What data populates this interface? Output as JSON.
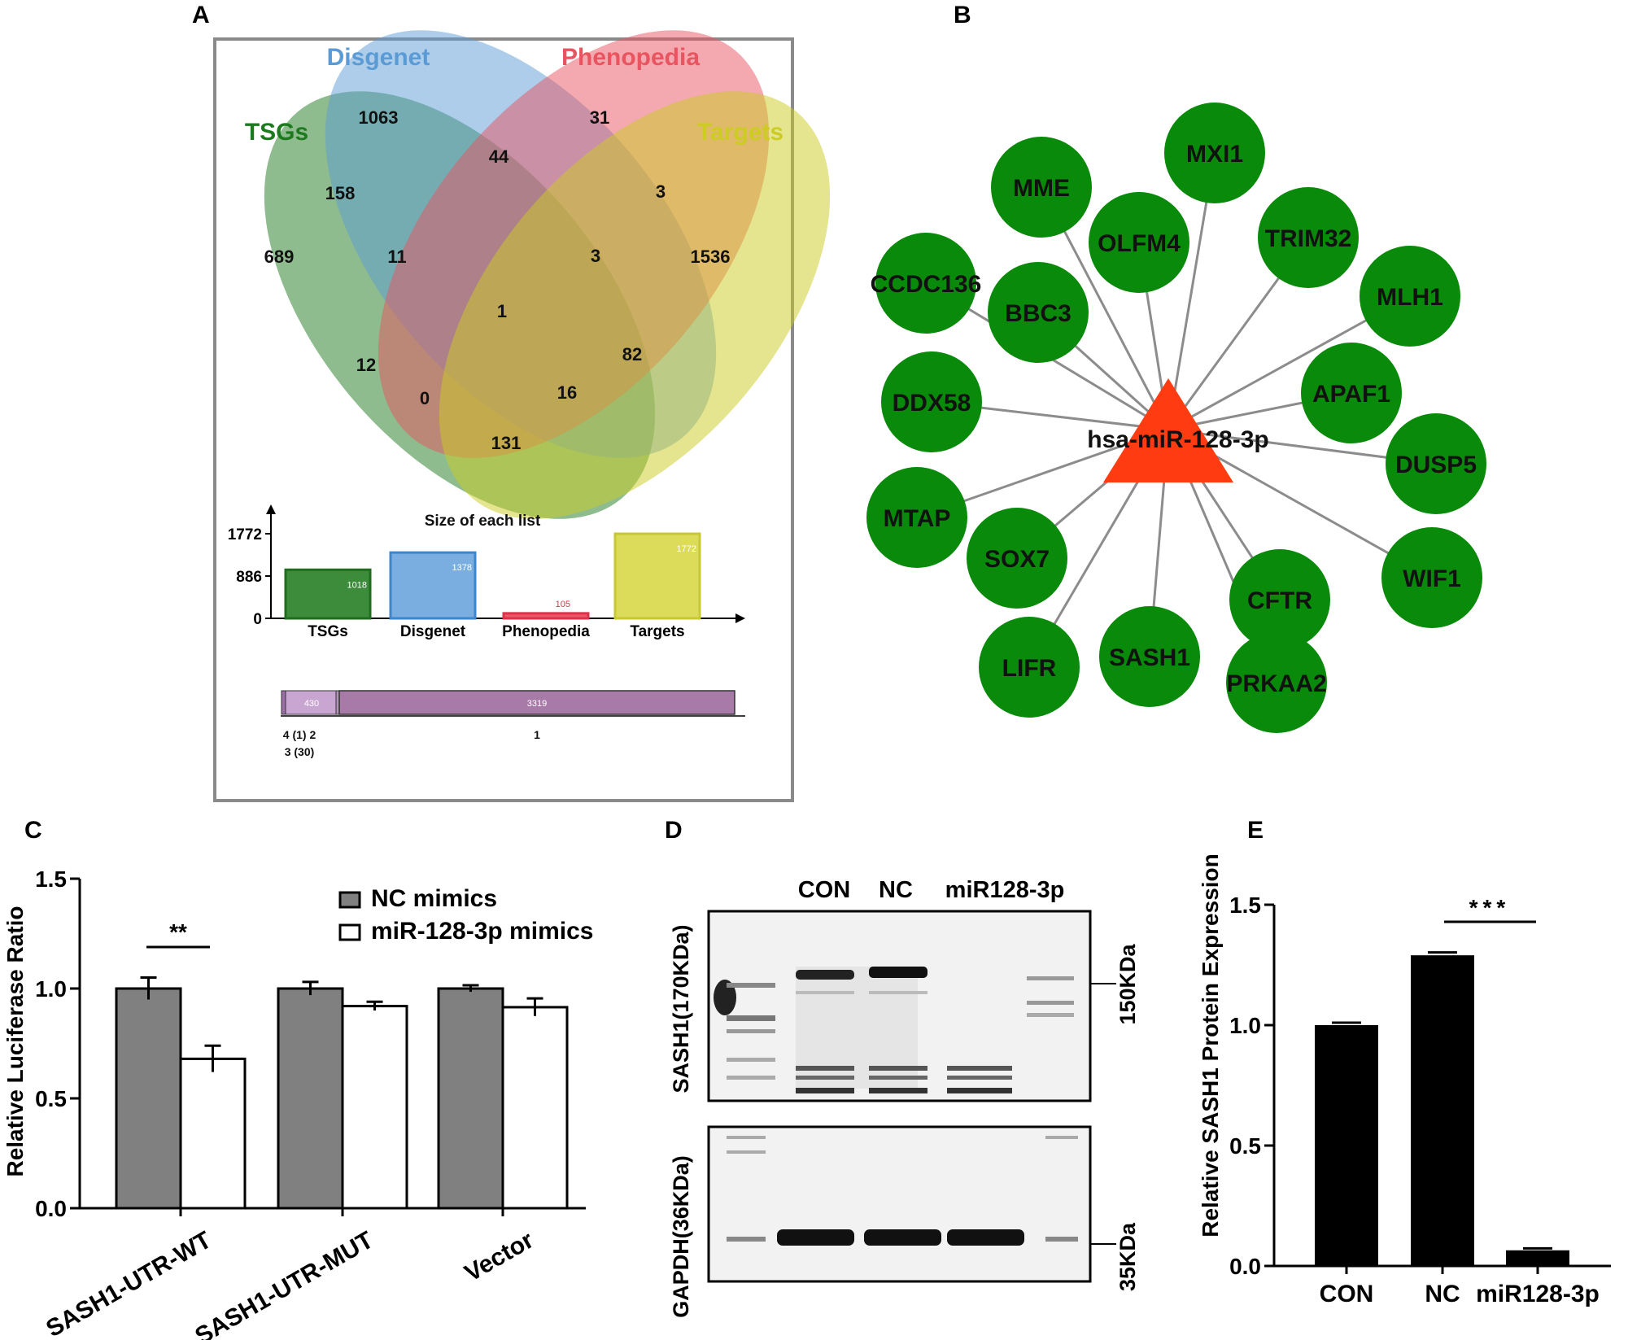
{
  "panels": {
    "A": "A",
    "B": "B",
    "C": "C",
    "D": "D",
    "E": "E"
  },
  "venn": {
    "sets": [
      {
        "name": "TSGs",
        "color": "#1e7a1e"
      },
      {
        "name": "Disgenet",
        "color": "#5b9bd5"
      },
      {
        "name": "Phenopedia",
        "color": "#e8545f"
      },
      {
        "name": "Targets",
        "color": "#cccc22"
      }
    ],
    "region_counts": [
      "1063",
      "31",
      "158",
      "44",
      "3",
      "689",
      "11",
      "3",
      "1536",
      "1",
      "12",
      "82",
      "0",
      "16",
      "131"
    ]
  },
  "list_size_chart": {
    "title": "Size of each list",
    "type": "bar",
    "categories": [
      "TSGs",
      "Disgenet",
      "Phenopedia",
      "Targets"
    ],
    "values": [
      1018,
      1378,
      105,
      1772
    ],
    "value_labels": [
      "1018",
      "1378",
      "105",
      "1772"
    ],
    "yticks": [
      "0",
      "886",
      "1772"
    ],
    "colors": [
      "#3c8c3c",
      "#7aaee0",
      "#e85a6a",
      "#dcdc5a"
    ]
  },
  "overlap_bar": {
    "segment_labels": [
      "430",
      "3319"
    ],
    "axis_labels_row1": [
      "4 (1) 2",
      "1"
    ],
    "axis_labels_row2": [
      "3 (30)"
    ]
  },
  "network": {
    "center": "hsa-miR-128-3p",
    "nodes": [
      "MXI1",
      "MME",
      "OLFM4",
      "TRIM32",
      "CCDC136",
      "BBC3",
      "MLH1",
      "APAF1",
      "DDX58",
      "DUSP5",
      "MTAP",
      "SOX7",
      "WIF1",
      "CFTR",
      "SASH1",
      "LIFR",
      "PRKAA2"
    ],
    "node_color": "#0a8a0a",
    "center_color": "#ff3b12"
  },
  "chart_data": [
    {
      "type": "bar",
      "panel": "C",
      "ylabel": "Relative Luciferase Ratio",
      "categories": [
        "SASH1-UTR-WT",
        "SASH1-UTR-MUT",
        "Vector"
      ],
      "yticks": [
        "0.0",
        "0.5",
        "1.0",
        "1.5"
      ],
      "ylim": [
        0,
        1.5
      ],
      "series": [
        {
          "name": "NC mimics",
          "values": [
            1.0,
            1.0,
            1.0
          ],
          "errors": [
            0.05,
            0.03,
            0.015
          ],
          "color": "#808080"
        },
        {
          "name": "miR-128-3p mimics",
          "values": [
            0.68,
            0.92,
            0.915
          ],
          "errors": [
            0.06,
            0.02,
            0.04
          ],
          "color": "#ffffff"
        }
      ],
      "significance": "**"
    },
    {
      "type": "bar",
      "panel": "E",
      "ylabel": "Relative SASH1 Protein Expression",
      "categories": [
        "CON",
        "NC",
        "miR128-3p"
      ],
      "values": [
        1.0,
        1.29,
        0.065
      ],
      "errors": [
        0.01,
        0.012,
        0.008
      ],
      "yticks": [
        "0.0",
        "0.5",
        "1.0",
        "1.5"
      ],
      "ylim": [
        0,
        1.5
      ],
      "significance": "***",
      "color": "#000000"
    }
  ],
  "blot": {
    "lanes": [
      "CON",
      "NC",
      "miR128-3p"
    ],
    "top_label": "SASH1(170KDa)",
    "bottom_label": "GAPDH(36KDa)",
    "top_marker": "150KDa",
    "bottom_marker": "35KDa"
  }
}
